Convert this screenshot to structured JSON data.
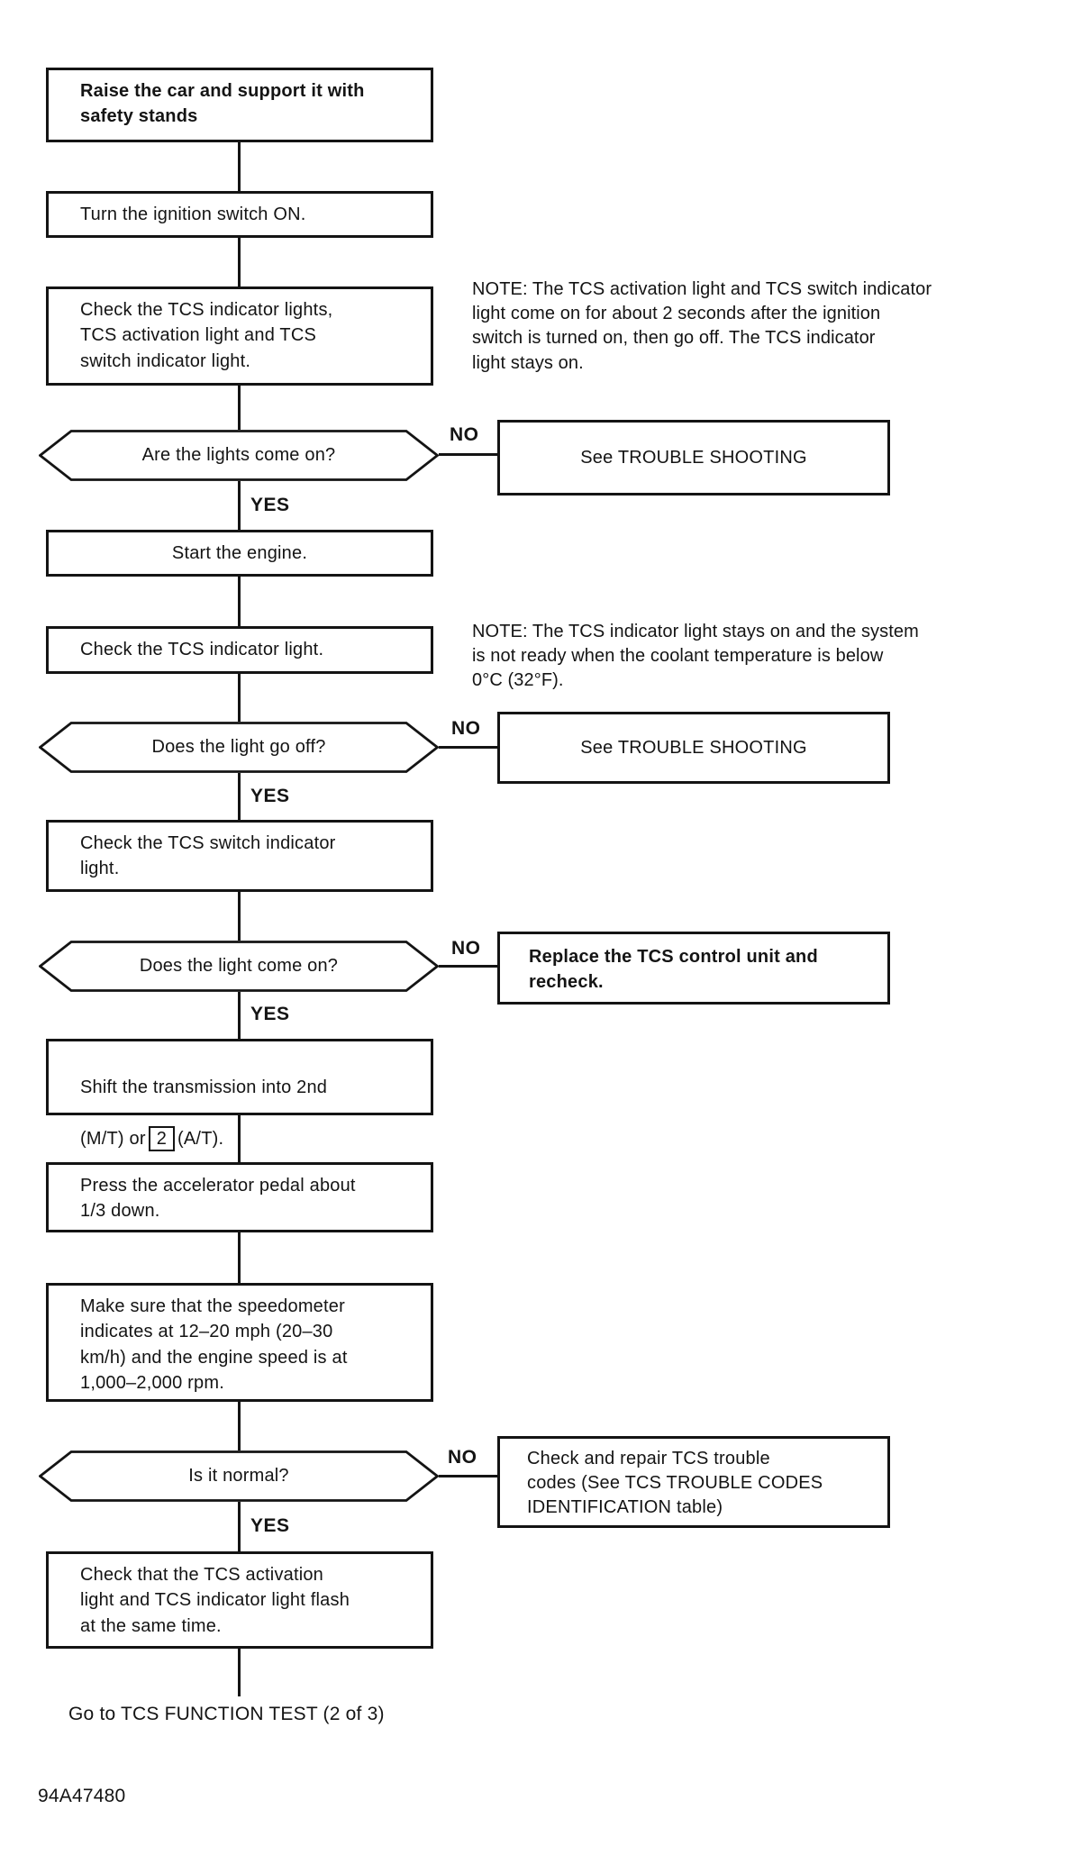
{
  "document": {
    "figure_code": "94A47480",
    "exit_text": "Go to TCS FUNCTION TEST (2 of 3)"
  },
  "labels": {
    "yes": "YES",
    "no": "NO"
  },
  "steps": {
    "raise_car": [
      "Raise the car and support it with",
      "safety stands"
    ],
    "ignition_on": "Turn the ignition switch ON.",
    "check_lights": [
      "Check the TCS indicator lights,",
      "TCS activation light and TCS",
      "switch indicator light."
    ],
    "start_engine": "Start the engine.",
    "check_indicator": "Check the TCS indicator light.",
    "check_switch_indicator": [
      "Check the TCS switch indicator",
      "light."
    ],
    "shift": {
      "line1": "Shift the transmission into 2nd",
      "line2_before": "(M/T) or",
      "boxed": "2",
      "line2_after": "(A/T)."
    },
    "press_pedal": [
      "Press the accelerator pedal about",
      "1/3 down."
    ],
    "make_sure": [
      "Make sure that the speedometer",
      "indicates at 12–20 mph (20–30",
      "km/h) and the engine speed is at",
      "1,000–2,000 rpm."
    ],
    "check_flash": [
      "Check that the TCS activation",
      "light and TCS indicator light flash",
      "at the same time."
    ]
  },
  "decisions": {
    "lights_on": "Are the lights come on?",
    "light_off": "Does the light go off?",
    "light_on": "Does the light come on?",
    "normal": "Is it normal?"
  },
  "no_actions": {
    "trouble1": "See TROUBLE SHOOTING",
    "trouble2": "See TROUBLE SHOOTING",
    "replace": [
      "Replace the TCS control unit and",
      "recheck."
    ],
    "codes": [
      "Check and repair TCS trouble",
      "codes (See TCS TROUBLE CODES",
      "IDENTIFICATION table)"
    ]
  },
  "notes": {
    "note1": [
      "NOTE: The TCS activation light and TCS switch indicator",
      "light come on for about 2 seconds after the ignition",
      "switch is turned on, then go off. The TCS indicator",
      "light stays on."
    ],
    "note2": [
      "NOTE: The TCS indicator light stays on and the system",
      "is not ready when the coolant temperature is below",
      "0°C (32°F)."
    ]
  }
}
